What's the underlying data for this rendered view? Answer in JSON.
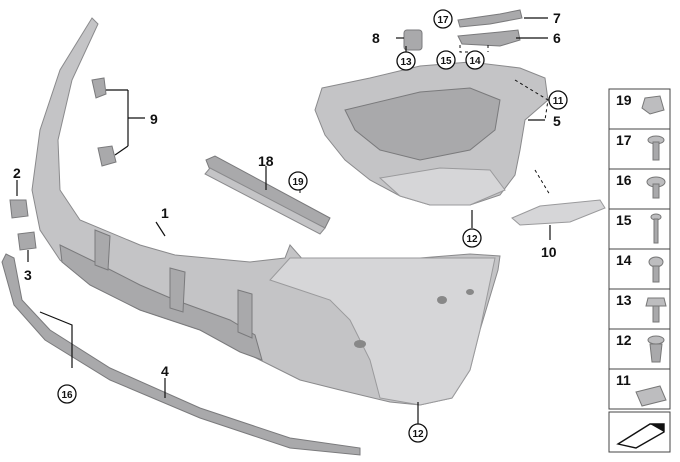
{
  "callouts": {
    "c1": "1",
    "c2": "2",
    "c3": "3",
    "c4": "4",
    "c5": "5",
    "c6": "6",
    "c7": "7",
    "c8": "8",
    "c9": "9",
    "c10": "10",
    "c11": "11",
    "c12a": "12",
    "c12b": "12",
    "c13": "13",
    "c14": "14",
    "c15": "15",
    "c16": "16",
    "c17": "17",
    "c18": "18",
    "c19": "19"
  },
  "parts_list": [
    "19",
    "17",
    "16",
    "15",
    "14",
    "13",
    "12",
    "11"
  ]
}
